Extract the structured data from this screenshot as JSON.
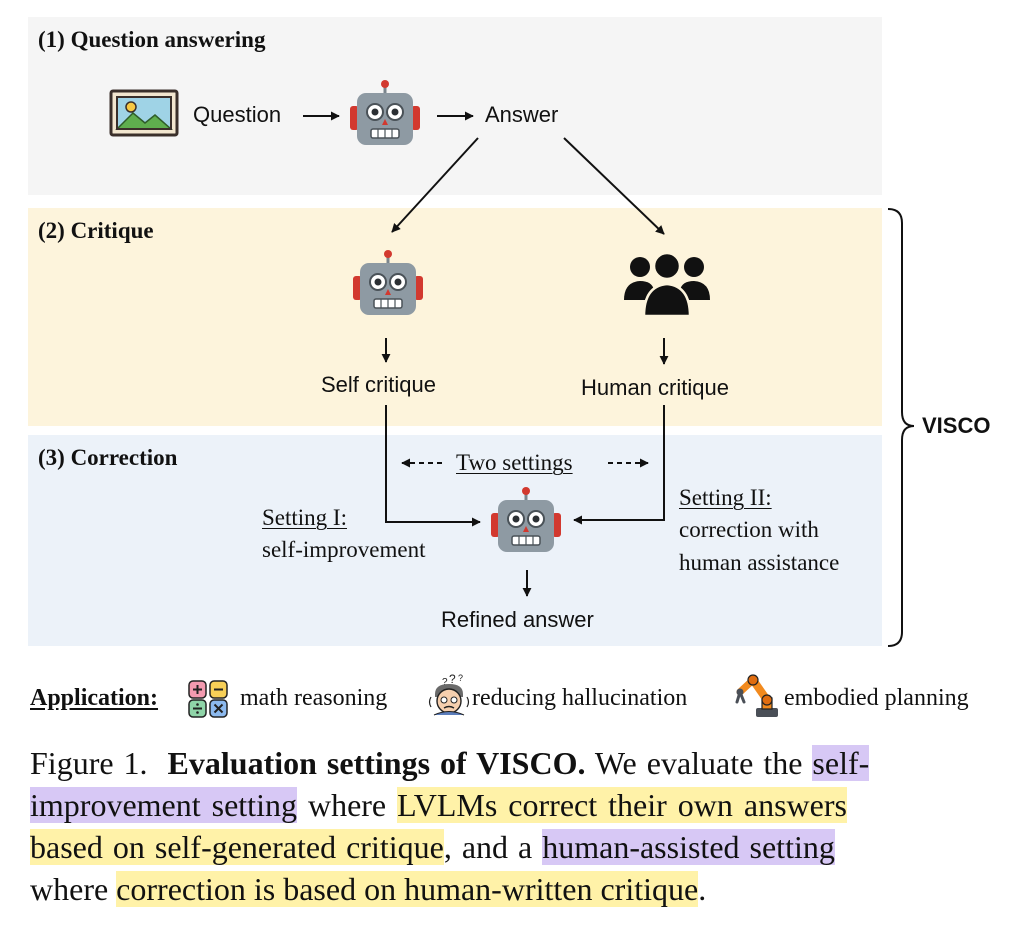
{
  "panels": {
    "qa": {
      "title": "(1) Question answering"
    },
    "critique": {
      "title": "(2) Critique"
    },
    "correction": {
      "title": "(3) Correction"
    }
  },
  "nodes": {
    "question": "Question",
    "answer": "Answer",
    "self_critique": "Self critique",
    "human_critique": "Human critique",
    "refined_answer": "Refined answer",
    "two_settings": "Two settings",
    "setting1_title": "Setting I:",
    "setting1_desc": "self-improvement",
    "setting2_title": "Setting II:",
    "setting2_line1": "correction with",
    "setting2_line2": "human assistance",
    "brace_label": "VISCO"
  },
  "icons": {
    "image": "image-icon",
    "robot": "robot-icon",
    "people": "people-icon",
    "math": "math-operators-icon",
    "confused": "confused-person-icon",
    "robot_arm": "robot-arm-icon"
  },
  "application": {
    "label": "Application:",
    "items": [
      "math reasoning",
      "reducing hallucination",
      "embodied planning"
    ]
  },
  "caption": {
    "figure_label": "Figure 1.",
    "bold_title": "Evaluation settings of VISCO.",
    "line1_text": "We evaluate the",
    "line1_hl": "self-",
    "line2_hl1": "improvement setting",
    "line2_text": "where",
    "line2_hl2": "LVLMs correct their own answers",
    "line3_hl1": "based on self-generated critique",
    "line3_text": ", and a",
    "line3_hl2": "human-assisted setting",
    "line4_text1": "where",
    "line4_hl": "correction is based on human-written critique",
    "line4_text2": "."
  },
  "colors": {
    "qa_bg": "#f5f5f5",
    "critique_bg": "#fdf4dc",
    "correction_bg": "#ecf2f9",
    "highlight_purple": "#d7c8f5",
    "highlight_yellow": "#fff2a8",
    "robot_body": "#8e9aa3",
    "robot_ear": "#d2392f"
  }
}
